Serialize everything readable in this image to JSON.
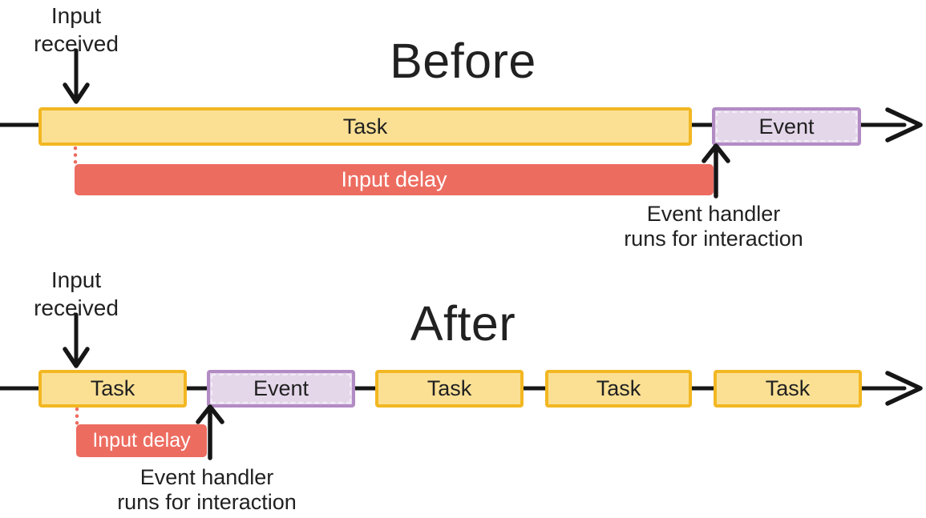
{
  "colors": {
    "task_fill": "#FBE094",
    "task_border": "#F2B722",
    "event_fill": "#E4D7EA",
    "event_border": "#B28BC4",
    "delay_fill": "#ED6C60",
    "text_color": "#212121",
    "line_color": "#161616"
  },
  "before": {
    "title": "Before",
    "input_received": {
      "line1": "Input",
      "line2": "received"
    },
    "task_label": "Task",
    "event_label": "Event",
    "input_delay_label": "Input delay",
    "event_handler": {
      "line1": "Event handler",
      "line2": "runs for interaction"
    }
  },
  "after": {
    "title": "After",
    "input_received": {
      "line1": "Input",
      "line2": "received"
    },
    "bars": [
      {
        "type": "task",
        "label": "Task"
      },
      {
        "type": "event",
        "label": "Event"
      },
      {
        "type": "task",
        "label": "Task"
      },
      {
        "type": "task",
        "label": "Task"
      },
      {
        "type": "task",
        "label": "Task"
      }
    ],
    "input_delay_label": "Input delay",
    "event_handler": {
      "line1": "Event handler",
      "line2": "runs for interaction"
    }
  }
}
